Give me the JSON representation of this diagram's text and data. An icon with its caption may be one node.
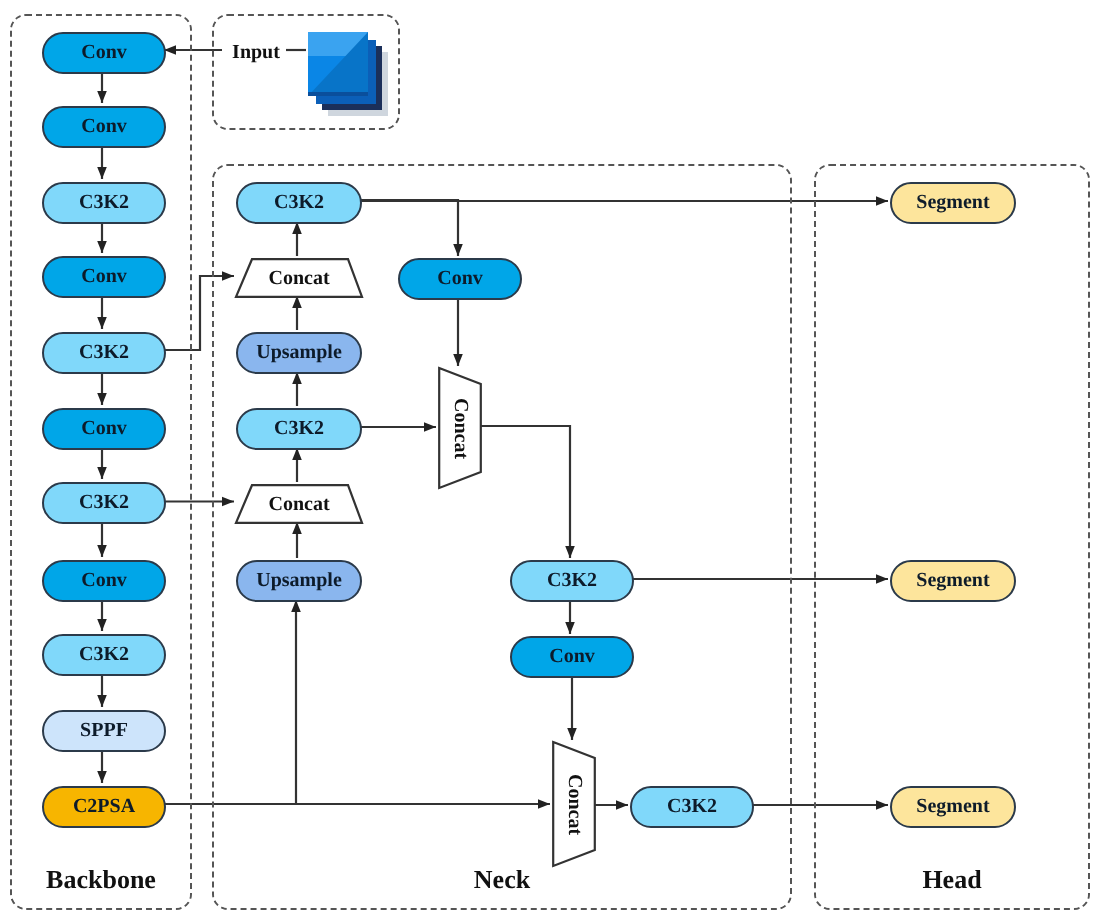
{
  "diagram": {
    "nodes": [
      {
        "text": [
          "Backbone"
        ]
      },
      {
        "text": [],
        "shape": "box"
      },
      {
        "text": [
          "Neck"
        ]
      },
      {
        "text": [
          "Head"
        ]
      },
      {
        "text": [
          "Conv"
        ],
        "in": 0
      },
      {
        "text": [
          "Conv"
        ],
        "in": 0
      },
      {
        "text": [
          "C3K2"
        ],
        "in": 0
      },
      {
        "text": [
          "Conv"
        ],
        "in": 0
      },
      {
        "text": [
          "C3K2"
        ],
        "in": 0
      },
      {
        "text": [
          "Conv"
        ],
        "in": 0
      },
      {
        "text": [
          "C3K2"
        ],
        "in": 0
      },
      {
        "text": [
          "Conv"
        ],
        "in": 0
      },
      {
        "text": [
          "C3K2"
        ],
        "in": 0
      },
      {
        "text": [
          "SPPF"
        ],
        "in": 0
      },
      {
        "text": [
          "C2PSA"
        ],
        "in": 0
      },
      {
        "text": [
          "Input"
        ],
        "in": 1
      },
      {
        "text": [],
        "shape": "box",
        "in": 1
      },
      {
        "text": [
          "C3K2"
        ],
        "in": 2
      },
      {
        "text": [
          "Concat"
        ],
        "in": 2
      },
      {
        "text": [
          "Conv"
        ],
        "in": 2
      },
      {
        "text": [
          "Upsample"
        ],
        "in": 2
      },
      {
        "text": [
          "C3K2"
        ],
        "in": 2
      },
      {
        "text": [
          "Concat"
        ],
        "in": 2
      },
      {
        "text": [
          "Concat"
        ],
        "in": 2
      },
      {
        "text": [
          "Upsample"
        ],
        "in": 2
      },
      {
        "text": [
          "C3K2"
        ],
        "in": 2
      },
      {
        "text": [
          "Conv"
        ],
        "in": 2
      },
      {
        "text": [
          "Concat"
        ],
        "in": 2
      },
      {
        "text": [
          "C3K2"
        ],
        "in": 2
      },
      {
        "text": [
          "Segment"
        ],
        "in": 3
      },
      {
        "text": [
          "Segment"
        ],
        "in": 3
      },
      {
        "text": [
          "Segment"
        ],
        "in": 3
      }
    ],
    "edges": [
      {
        "from": 15,
        "to": 16,
        "arrow": "none"
      },
      {
        "from": 15,
        "to": 4,
        "arrow": "to"
      },
      {
        "from": 4,
        "to": 5,
        "arrow": "to"
      },
      {
        "from": 5,
        "to": 6,
        "arrow": "to"
      },
      {
        "from": 6,
        "to": 7,
        "arrow": "to"
      },
      {
        "from": 7,
        "to": 8,
        "arrow": "to"
      },
      {
        "from": 8,
        "to": 9,
        "arrow": "to"
      },
      {
        "from": 9,
        "to": 10,
        "arrow": "to"
      },
      {
        "from": 10,
        "to": 11,
        "arrow": "to"
      },
      {
        "from": 11,
        "to": 12,
        "arrow": "to"
      },
      {
        "from": 12,
        "to": 13,
        "arrow": "to"
      },
      {
        "from": 13,
        "to": 14,
        "arrow": "to"
      },
      {
        "from": 8,
        "to": 18,
        "arrow": "to"
      },
      {
        "from": 10,
        "to": 23,
        "arrow": "to"
      },
      {
        "from": 14,
        "to": 24,
        "arrow": "to"
      },
      {
        "from": 14,
        "to": 27,
        "arrow": "to"
      },
      {
        "from": 24,
        "to": 23,
        "arrow": "to"
      },
      {
        "from": 23,
        "to": 21,
        "arrow": "to"
      },
      {
        "from": 21,
        "to": 20,
        "arrow": "to"
      },
      {
        "from": 20,
        "to": 18,
        "arrow": "to"
      },
      {
        "from": 18,
        "to": 17,
        "arrow": "to"
      },
      {
        "from": 17,
        "to": 29,
        "arrow": "to"
      },
      {
        "from": 17,
        "to": 19,
        "arrow": "to"
      },
      {
        "from": 19,
        "to": 22,
        "arrow": "to"
      },
      {
        "from": 21,
        "to": 22,
        "arrow": "to"
      },
      {
        "from": 22,
        "to": 25,
        "arrow": "to"
      },
      {
        "from": 25,
        "to": 30,
        "arrow": "to"
      },
      {
        "from": 25,
        "to": 26,
        "arrow": "to"
      },
      {
        "from": 26,
        "to": 27,
        "arrow": "to"
      },
      {
        "from": 27,
        "to": 28,
        "arrow": "to"
      },
      {
        "from": 28,
        "to": 31,
        "arrow": "to"
      }
    ]
  }
}
